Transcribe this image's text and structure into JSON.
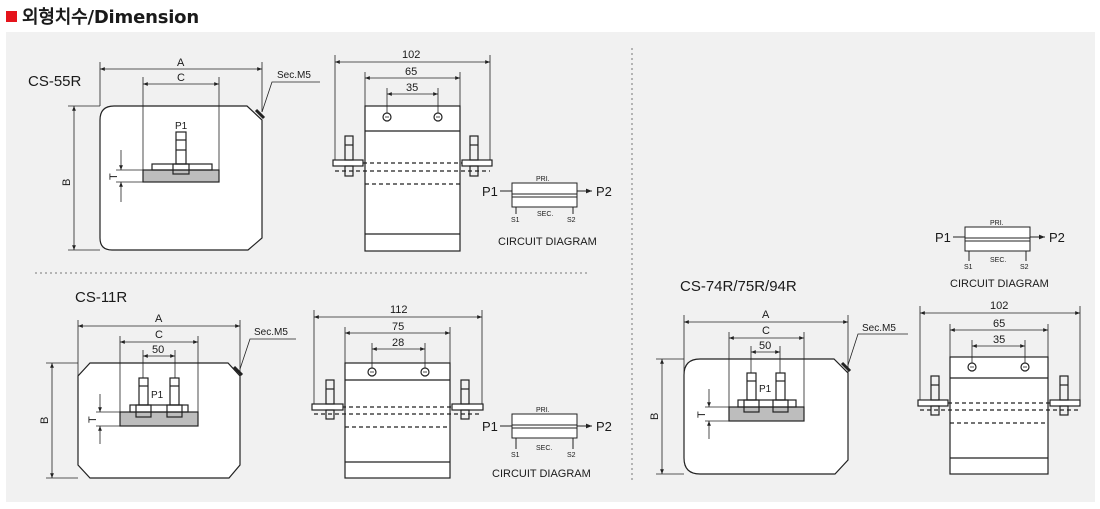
{
  "heading": {
    "title": "외형치수/Dimension",
    "accent_color": "#e5141c"
  },
  "colors": {
    "panel_bg": "#f1f1f1",
    "line": "#222222",
    "busbar_fill": "#bdbdbd"
  },
  "units": [
    {
      "model": "CS-55R",
      "front": {
        "dim_a": "A",
        "dim_c": "C",
        "dim_b": "B",
        "dim_t": "T",
        "terminal": "P1",
        "sec_label": "Sec.M5"
      },
      "side": {
        "overall": "102",
        "mid": "65",
        "inner": "35"
      },
      "circuit": {
        "in": "P1",
        "out": "P2",
        "pri": "PRI.",
        "sec": "SEC.",
        "s1": "S1",
        "s2": "S2",
        "caption": "CIRCUIT DIAGRAM"
      }
    },
    {
      "model": "CS-11R",
      "front": {
        "dim_a": "A",
        "dim_c": "C",
        "dim_50": "50",
        "dim_b": "B",
        "dim_t": "T",
        "terminal": "P1",
        "sec_label": "Sec.M5"
      },
      "side": {
        "overall": "112",
        "mid": "75",
        "inner": "28"
      },
      "circuit": {
        "in": "P1",
        "out": "P2",
        "pri": "PRI.",
        "sec": "SEC.",
        "s1": "S1",
        "s2": "S2",
        "caption": "CIRCUIT DIAGRAM"
      }
    },
    {
      "model": "CS-74R/75R/94R",
      "front": {
        "dim_a": "A",
        "dim_c": "C",
        "dim_50": "50",
        "dim_b": "B",
        "dim_t": "T",
        "terminal": "P1",
        "sec_label": "Sec.M5"
      },
      "side": {
        "overall": "102",
        "mid": "65",
        "inner": "35"
      },
      "circuit": {
        "in": "P1",
        "out": "P2",
        "pri": "PRI.",
        "sec": "SEC.",
        "s1": "S1",
        "s2": "S2",
        "caption": "CIRCUIT DIAGRAM"
      }
    }
  ]
}
